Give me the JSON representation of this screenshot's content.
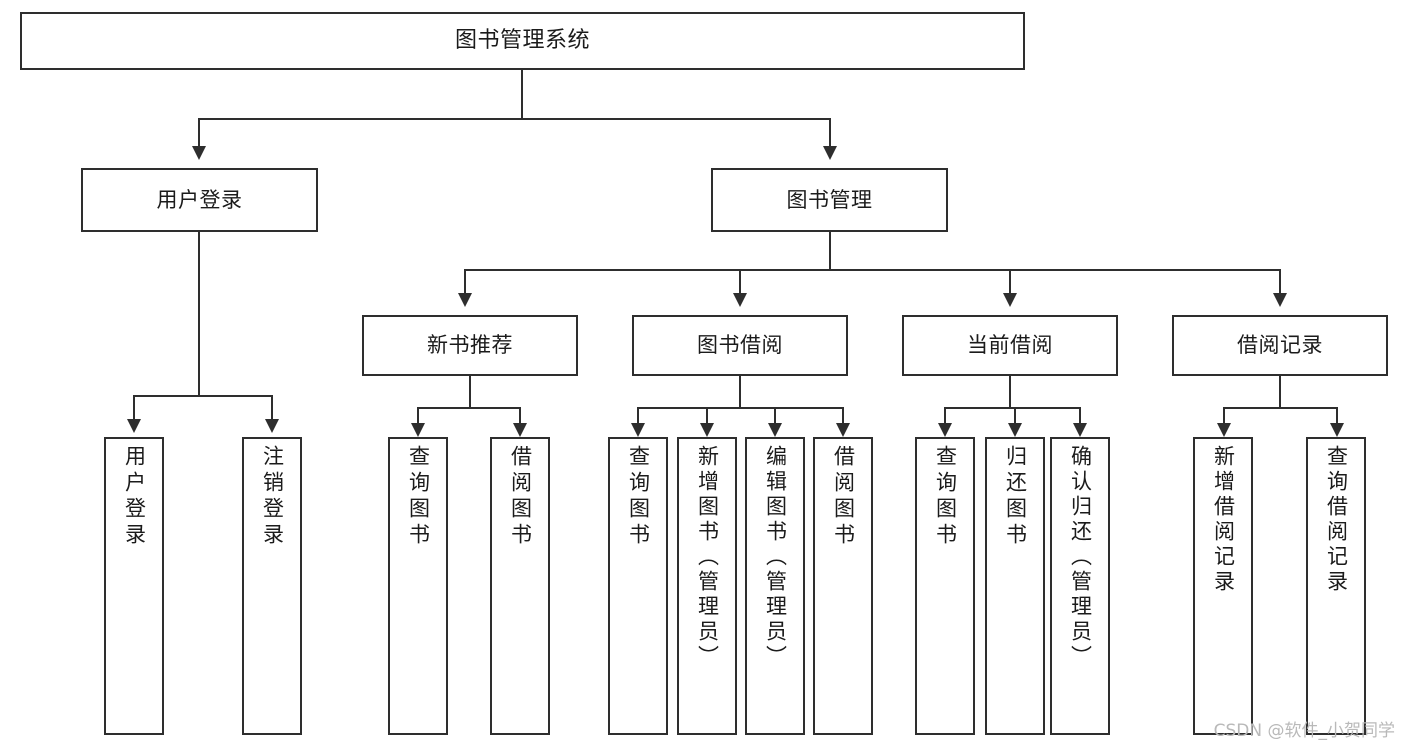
{
  "diagram": {
    "title": "图书管理系统",
    "type": "tree",
    "root": {
      "id": "root",
      "label": "图书管理系统",
      "orientation": "horizontal"
    },
    "level2": [
      {
        "id": "user-login",
        "label": "用户登录",
        "orientation": "horizontal"
      },
      {
        "id": "book-manage",
        "label": "图书管理",
        "orientation": "horizontal"
      }
    ],
    "level3": [
      {
        "id": "new-book-rec",
        "label": "新书推荐",
        "orientation": "horizontal",
        "parent": "book-manage"
      },
      {
        "id": "book-borrow",
        "label": "图书借阅",
        "orientation": "horizontal",
        "parent": "book-manage"
      },
      {
        "id": "current-borrow",
        "label": "当前借阅",
        "orientation": "horizontal",
        "parent": "book-manage"
      },
      {
        "id": "borrow-record",
        "label": "借阅记录",
        "orientation": "horizontal",
        "parent": "book-manage"
      }
    ],
    "leaves": {
      "user_login": [
        {
          "id": "leaf-user-login",
          "label": "用户登录",
          "orientation": "vertical"
        },
        {
          "id": "leaf-user-logout",
          "label": "注销登录",
          "orientation": "vertical"
        }
      ],
      "new_book_rec": [
        {
          "id": "leaf-query-book-1",
          "label": "查询图书",
          "orientation": "vertical"
        },
        {
          "id": "leaf-borrow-book-1",
          "label": "借阅图书",
          "orientation": "vertical"
        }
      ],
      "book_borrow": [
        {
          "id": "leaf-query-book-2",
          "label": "查询图书",
          "orientation": "vertical"
        },
        {
          "id": "leaf-add-book",
          "label": "新增图书（管理员）",
          "orientation": "vertical"
        },
        {
          "id": "leaf-edit-book",
          "label": "编辑图书（管理员）",
          "orientation": "vertical"
        },
        {
          "id": "leaf-borrow-book-2",
          "label": "借阅图书",
          "orientation": "vertical"
        }
      ],
      "current_borrow": [
        {
          "id": "leaf-query-book-3",
          "label": "查询图书",
          "orientation": "vertical"
        },
        {
          "id": "leaf-return-book",
          "label": "归还图书",
          "orientation": "vertical"
        },
        {
          "id": "leaf-confirm-return",
          "label": "确认归还（管理员）",
          "orientation": "vertical"
        }
      ],
      "borrow_record": [
        {
          "id": "leaf-add-record",
          "label": "新增借阅记录",
          "orientation": "vertical"
        },
        {
          "id": "leaf-query-record",
          "label": "查询借阅记录",
          "orientation": "vertical"
        }
      ]
    },
    "colors": {
      "stroke": "#2e2e2e",
      "fill": "#ffffff",
      "text": "#1b1b1b",
      "watermark": "#b9b9b9"
    }
  },
  "watermark": {
    "text": "CSDN @软件_小贺同学"
  }
}
